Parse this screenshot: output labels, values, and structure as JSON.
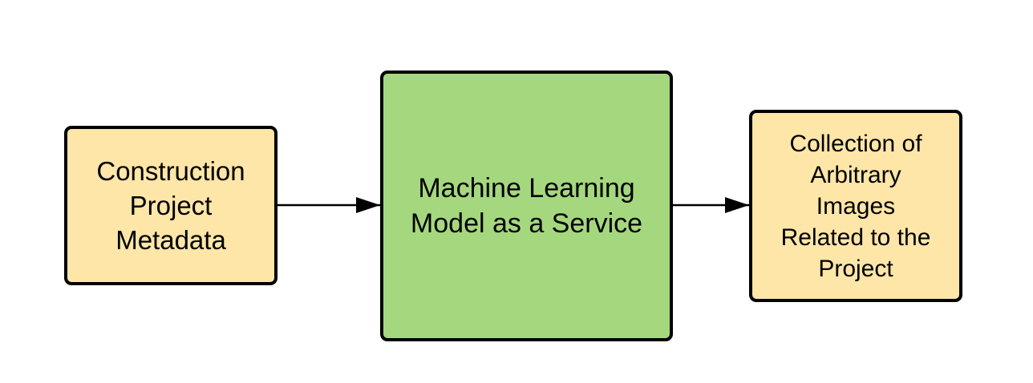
{
  "colors": {
    "input_fill": "#FDE6A8",
    "model_fill": "#A5D87E",
    "output_fill": "#FDE6A8",
    "stroke": "#000000"
  },
  "nodes": {
    "input": {
      "lines": [
        "Construction",
        "Project",
        "Metadata"
      ]
    },
    "model": {
      "lines": [
        "Machine Learning",
        "Model as a Service"
      ]
    },
    "output": {
      "lines": [
        "Collection of",
        "Arbitrary",
        "Images",
        "Related to the",
        "Project"
      ]
    }
  },
  "edges": [
    {
      "from": "input",
      "to": "model"
    },
    {
      "from": "model",
      "to": "output"
    }
  ]
}
